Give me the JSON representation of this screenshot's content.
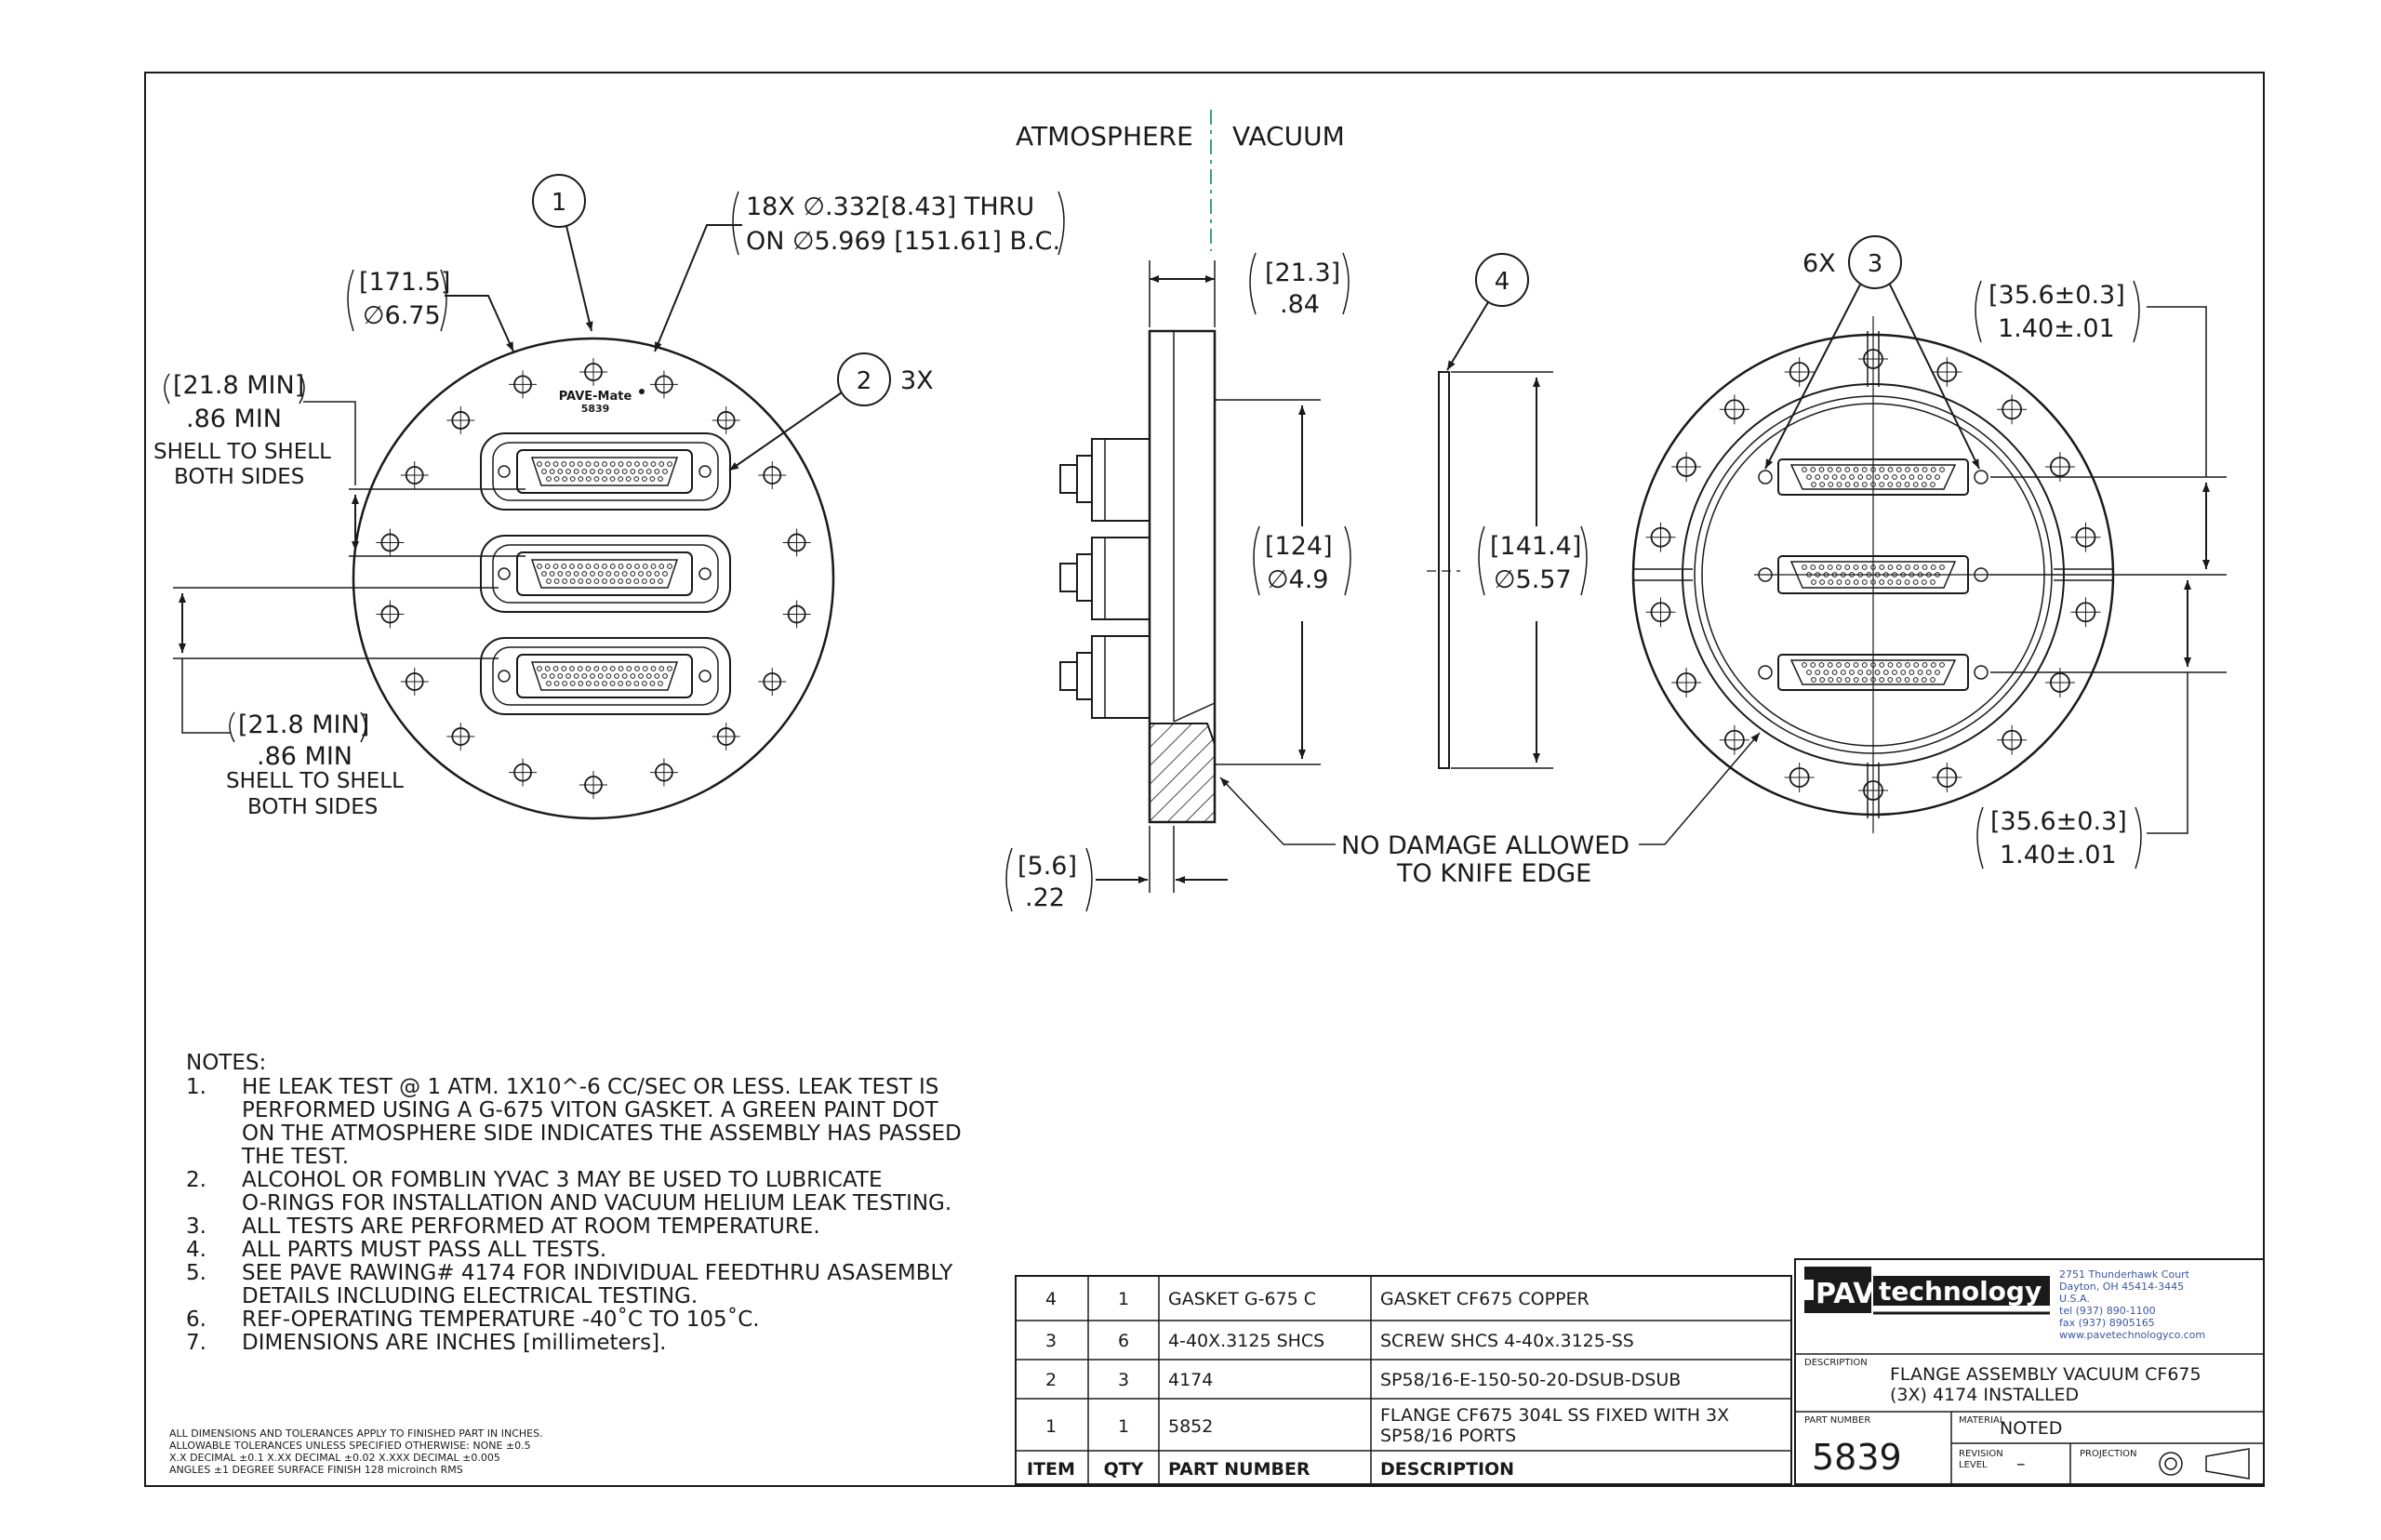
{
  "labels": {
    "atmosphere": "ATMOSPHERE",
    "vacuum": "VACUUM",
    "callout1": "1",
    "callout2": "2",
    "callout2_qty": "3X",
    "callout3": "3",
    "callout3_qty": "6X",
    "callout4": "4",
    "holes_line1": "18X ∅.332[8.43] THRU",
    "holes_line2": "ON ∅5.969 [151.61] B.C.",
    "od_mm": "[171.5]",
    "od_in": "∅6.75",
    "shell_top_mm": "[21.8 MIN]",
    "shell_top_in": ".86 MIN",
    "shell_top_l1": "SHELL TO SHELL",
    "shell_top_l2": "BOTH SIDES",
    "shell_bot_mm": "[21.8 MIN]",
    "shell_bot_in": ".86 MIN",
    "shell_bot_l1": "SHELL TO SHELL",
    "shell_bot_l2": "BOTH SIDES",
    "thick_mm": "[21.3]",
    "thick_in": ".84",
    "gasket_mm": "[141.4]",
    "gasket_in": "∅5.57",
    "port_mm": "[124]",
    "port_in": "∅4.9",
    "knife_mm": "[5.6]",
    "knife_in": ".22",
    "knife_l1": "NO DAMAGE ALLOWED",
    "knife_l2": "TO KNIFE EDGE",
    "spacing_top_mm": "[35.6±0.3]",
    "spacing_top_in": "1.40±.01",
    "spacing_bot_mm": "[35.6±0.3]",
    "spacing_bot_in": "1.40±.01",
    "plate_brand": "PAVE-Mate",
    "plate_num": "5839"
  },
  "notes": {
    "title": "NOTES:",
    "items": [
      {
        "num": "1.",
        "lines": [
          "HE LEAK TEST @ 1 ATM. 1X10^-6 CC/SEC OR LESS. LEAK TEST IS",
          "PERFORMED USING A G-675 VITON GASKET. A GREEN PAINT DOT",
          "ON THE ATMOSPHERE SIDE INDICATES THE ASSEMBLY HAS PASSED",
          "THE TEST."
        ]
      },
      {
        "num": "2.",
        "lines": [
          "ALCOHOL OR FOMBLIN YVAC 3 MAY BE USED TO LUBRICATE",
          "O-RINGS FOR INSTALLATION AND VACUUM HELIUM LEAK TESTING."
        ]
      },
      {
        "num": "3.",
        "lines": [
          "ALL TESTS ARE PERFORMED AT ROOM TEMPERATURE."
        ]
      },
      {
        "num": "4.",
        "lines": [
          "ALL PARTS MUST PASS ALL TESTS."
        ]
      },
      {
        "num": "5.",
        "lines": [
          "SEE PAVE RAWING# 4174 FOR INDIVIDUAL FEEDTHRU ASASEMBLY",
          "DETAILS INCLUDING ELECTRICAL TESTING."
        ]
      },
      {
        "num": "6.",
        "lines": [
          "REF-OPERATING TEMPERATURE -40˚C TO 105˚C."
        ]
      },
      {
        "num": "7.",
        "lines": [
          "DIMENSIONS ARE INCHES [millimeters]."
        ]
      }
    ]
  },
  "tolerances": [
    "ALL DIMENSIONS AND TOLERANCES APPLY TO FINISHED PART IN INCHES.",
    "ALLOWABLE TOLERANCES UNLESS SPECIFIED OTHERWISE: NONE  ±0.5",
    "X.X DECIMAL  ±0.1  X.XX DECIMAL  ±0.02  X.XXX DECIMAL  ±0.005",
    "ANGLES  ±1 DEGREE  SURFACE FINISH 128 microinch RMS"
  ],
  "bom": {
    "headers": {
      "item": "ITEM",
      "qty": "QTY",
      "part": "PART NUMBER",
      "desc": "DESCRIPTION"
    },
    "rows": [
      {
        "item": "4",
        "qty": "1",
        "part": "GASKET G-675 C",
        "desc": [
          "GASKET CF675 COPPER"
        ]
      },
      {
        "item": "3",
        "qty": "6",
        "part": "4-40X.3125 SHCS",
        "desc": [
          "SCREW SHCS 4-40x.3125-SS"
        ]
      },
      {
        "item": "2",
        "qty": "3",
        "part": "4174",
        "desc": [
          "SP58/16-E-150-50-20-DSUB-DSUB"
        ]
      },
      {
        "item": "1",
        "qty": "1",
        "part": "5852",
        "desc": [
          "FLANGE CF675 304L SS FIXED WITH 3X",
          "SP58/16 PORTS"
        ]
      }
    ]
  },
  "title_block": {
    "logo_pave": "PAVE",
    "logo_tech": "technology co.",
    "address": [
      "2751 Thunderhawk Court",
      "Dayton, OH 45414-3445",
      "U.S.A.",
      "tel (937) 890-1100",
      "fax (937) 8905165",
      "www.pavetechnologyco.com"
    ],
    "description_label": "DESCRIPTION",
    "description": [
      "FLANGE ASSEMBLY VACUUM CF675",
      "(3X) 4174 INSTALLED"
    ],
    "part_number_label": "PART NUMBER",
    "part_number": "5839",
    "material_label": "MATERIAL",
    "material": "NOTED",
    "revision_label_1": "REVISION",
    "revision_label_2": "LEVEL",
    "revision": "–",
    "projection_label": "PROJECTION"
  },
  "colors": {
    "line": "#1a1a1a",
    "centerline": "#3aa37a",
    "logo_bg": "#1a1a1a",
    "address": "#3b57a5"
  }
}
